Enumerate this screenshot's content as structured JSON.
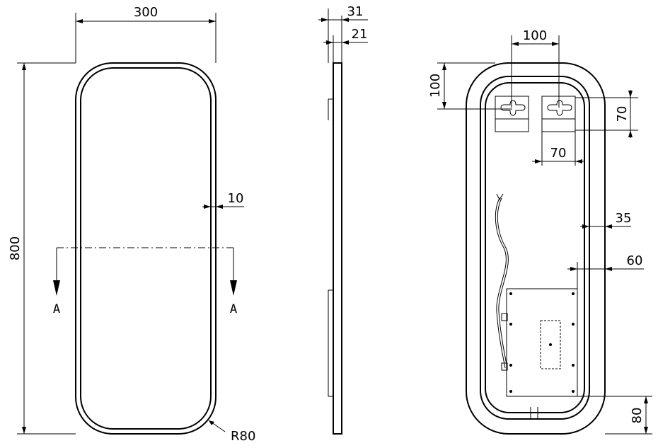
{
  "front_view": {
    "width_label": "300",
    "height_label": "800",
    "frame_label": "10",
    "radius_label": "R80",
    "section_left_label": "A",
    "section_right_label": "A"
  },
  "side_view": {
    "depth_total_label": "31",
    "depth_glass_label": "21"
  },
  "back_view": {
    "bracket_spacing_label": "100",
    "bracket_top_label": "100",
    "bracket_height_label": "70",
    "bracket_width_label": "70",
    "inset_35_label": "35",
    "inset_60_label": "60",
    "bottom_offset_label": "80"
  }
}
